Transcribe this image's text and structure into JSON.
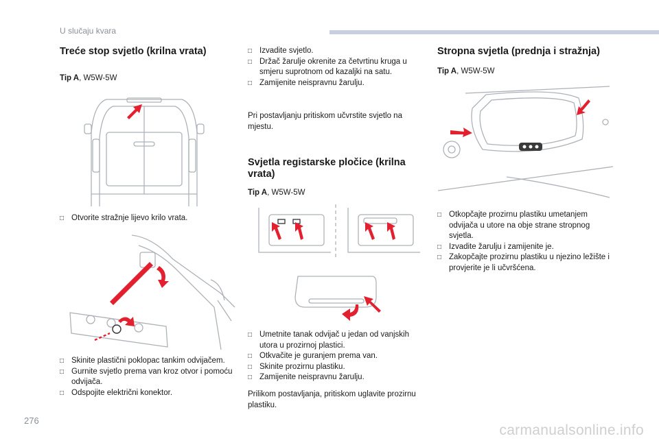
{
  "header": {
    "section_label": "U slučaju kvara"
  },
  "footer": {
    "page_number": "276",
    "watermark": "carmanualsonline.info"
  },
  "col1": {
    "title": "Treće stop svjetlo (krilna vrata)",
    "tip_label": "Tip A",
    "tip_value": ", W5W-5W",
    "bullets1": [
      "Otvorite stražnje lijevo krilo vrata."
    ],
    "bullets2": [
      "Skinite plastični poklopac tankim odvijačem.",
      "Gurnite svjetlo prema van kroz otvor i pomoću odvijača.",
      "Odspojite električni konektor."
    ]
  },
  "col2": {
    "bullets1": [
      "Izvadite svjetlo.",
      "Držač žarulje okrenite za četvrtinu kruga u smjeru suprotnom od kazaljki na satu.",
      "Zamijenite neispravnu žarulju."
    ],
    "para1": "Pri postavljanju pritiskom učvrstite svjetlo na mjestu.",
    "title": "Svjetla registarske pločice (krilna vrata)",
    "tip_label": "Tip A",
    "tip_value": ", W5W-5W",
    "bullets2": [
      "Umetnite tanak odvijač u jedan od vanjskih utora u prozirnoj plastici.",
      "Otkvačite je guranjem prema van.",
      "Skinite prozirnu plastiku.",
      "Zamijenite neispravnu žarulju."
    ],
    "para2": "Prilikom postavljanja, pritiskom uglavite prozirnu plastiku."
  },
  "col3": {
    "title": "Stropna svjetla (prednja i stražnja)",
    "tip_label": "Tip A",
    "tip_value": ", W5W-5W",
    "bullets": [
      "Otkopčajte prozirnu plastiku umetanjem odvijača u utore na obje strane stropnog svjetla.",
      "Izvadite žarulju i zamijenite je.",
      "Zakopčajte prozirnu plastiku u njezino ležište i provjerite je li učvršćena."
    ]
  },
  "colors": {
    "accent_red": "#e3202f",
    "header_bar": "#c9cfe0",
    "line_gray": "#b5b5b5"
  }
}
